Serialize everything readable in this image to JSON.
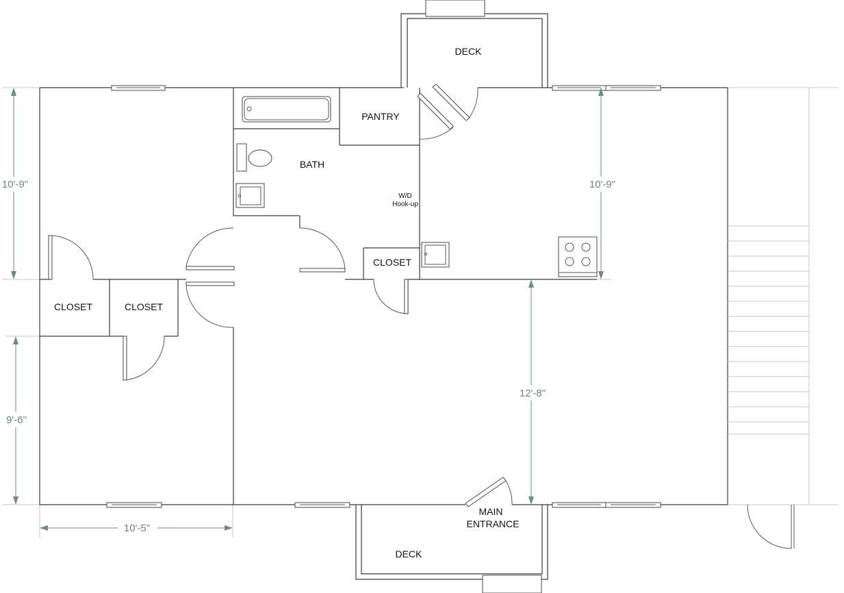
{
  "rooms": {
    "deck_top": "DECK",
    "pantry": "PANTRY",
    "bath": "BATH",
    "wd_line1": "W/D",
    "wd_line2": "Hook-up",
    "closet_hall": "CLOSET",
    "closet_left": "CLOSET",
    "closet_mid": "CLOSET",
    "main_entrance_line1": "MAIN",
    "main_entrance_line2": "ENTRANCE",
    "deck_bottom": "DECK"
  },
  "dimensions": {
    "left_upper": "10'-9\"",
    "left_lower": "9'-6\"",
    "bottom_width": "10'-5\"",
    "kitchen_height": "10'-9\"",
    "living_height": "12'-8\""
  },
  "colors": {
    "wall": "#3a3a3a",
    "dimension": "#6d8a8a",
    "guide": "#c4c4c4"
  }
}
